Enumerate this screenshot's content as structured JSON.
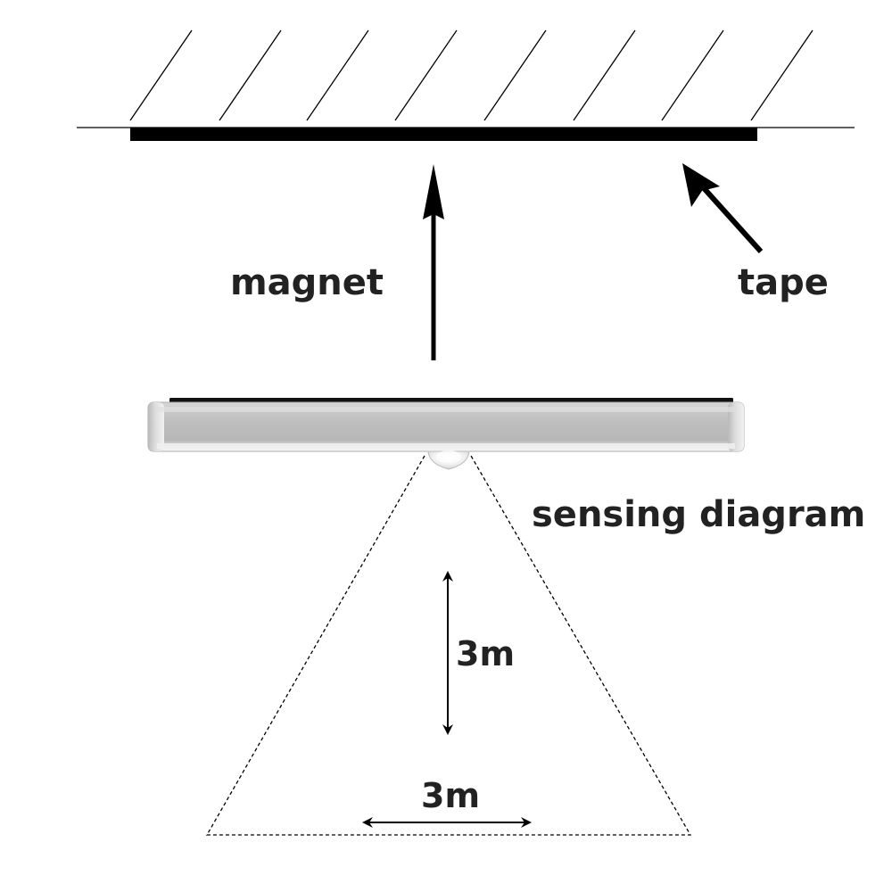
{
  "labels": {
    "magnet": "magnet",
    "tape": "tape",
    "sensing": "sensing diagram",
    "vertical_range": "3m",
    "horizontal_range": "3m"
  },
  "colors": {
    "ink": "#000000",
    "text": "#222222",
    "light_body": "#c4c4c4",
    "light_highlight": "#efefef",
    "sensor": "#f1f1f1"
  }
}
